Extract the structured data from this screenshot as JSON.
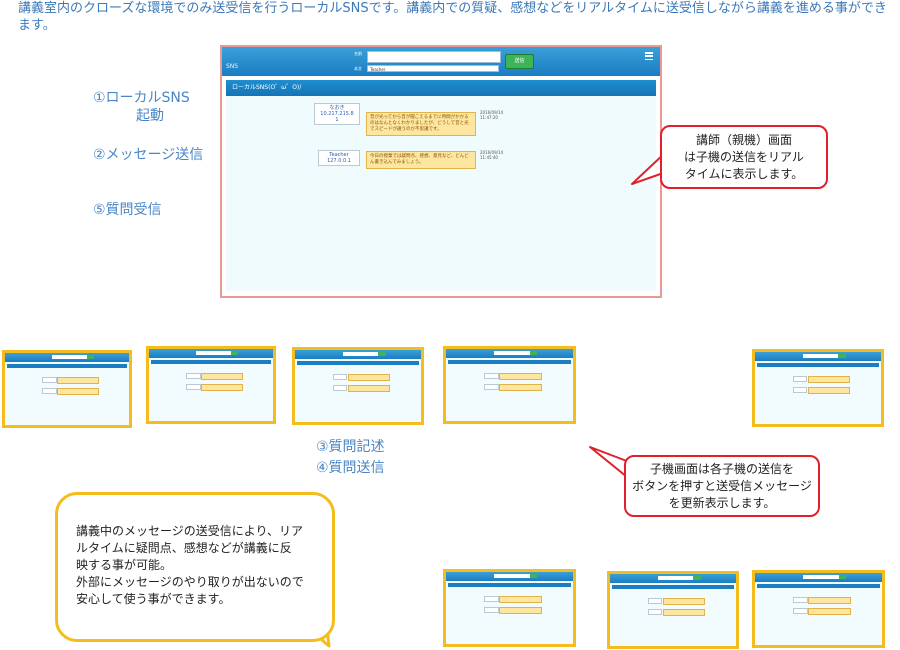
{
  "intro": "講義室内のクローズな環境でのみ送受信を行うローカルSNSです。講義内での質疑、感想などをリアルタイムに送受信しながら講義を進める事ができます。",
  "steps": {
    "step1_line1": "①ローカルSNS",
    "step1_line2": "起動",
    "step2": "②メッセージ送信",
    "step5": "⑤質問受信",
    "step3": "③質問記述",
    "step4": "④質問送信"
  },
  "app": {
    "brand": "SNS",
    "name_label": "名前",
    "message_label": "本文",
    "message_value": "Teacher",
    "send_label": "送信",
    "title": "ローカルSNS(O゜ω゜O)/",
    "menu_icon": "hamburger-menu-icon",
    "posts": [
      {
        "sender_name": "なおき",
        "sender_ip": "10.217.215.8",
        "sender_ip_tail": "1",
        "text": "音が光ってから音が聞こえるまでに時間がかかるのはなんとなくわかりましたが、どうして音と光でスピードが違うのか不思議です。",
        "date": "2016/09/14",
        "time": "11:47:20"
      },
      {
        "sender_name": "Teacher",
        "sender_ip": "127.0.0.1",
        "text": "今日の授業では疑問点、感想、意見など、どんどん書き込んでみましょう。",
        "date": "2016/09/14",
        "time": "11:45:40"
      }
    ]
  },
  "callouts": {
    "teacher": [
      "講師（親機）画面",
      "は子機の送信をリアル",
      "タイムに表示します。"
    ],
    "student": [
      "子機画面は各子機の送信を",
      "ボタンを押すと送受信メッセージ",
      "を更新表示します。"
    ],
    "summary": [
      "講義中のメッセージの送受信により、リア",
      "ルタイムに疑問点、感想などが講義に反",
      "映する事が可能。",
      "外部にメッセージのやり取りが出ないので",
      "安心して使う事ができます。"
    ]
  },
  "colors": {
    "accent_blue": "#1b7dc2",
    "step_text": "#4a86c5",
    "thumbnail_border": "#f4bd1d",
    "callout_border": "#e0202a",
    "main_border": "#e79a96"
  }
}
